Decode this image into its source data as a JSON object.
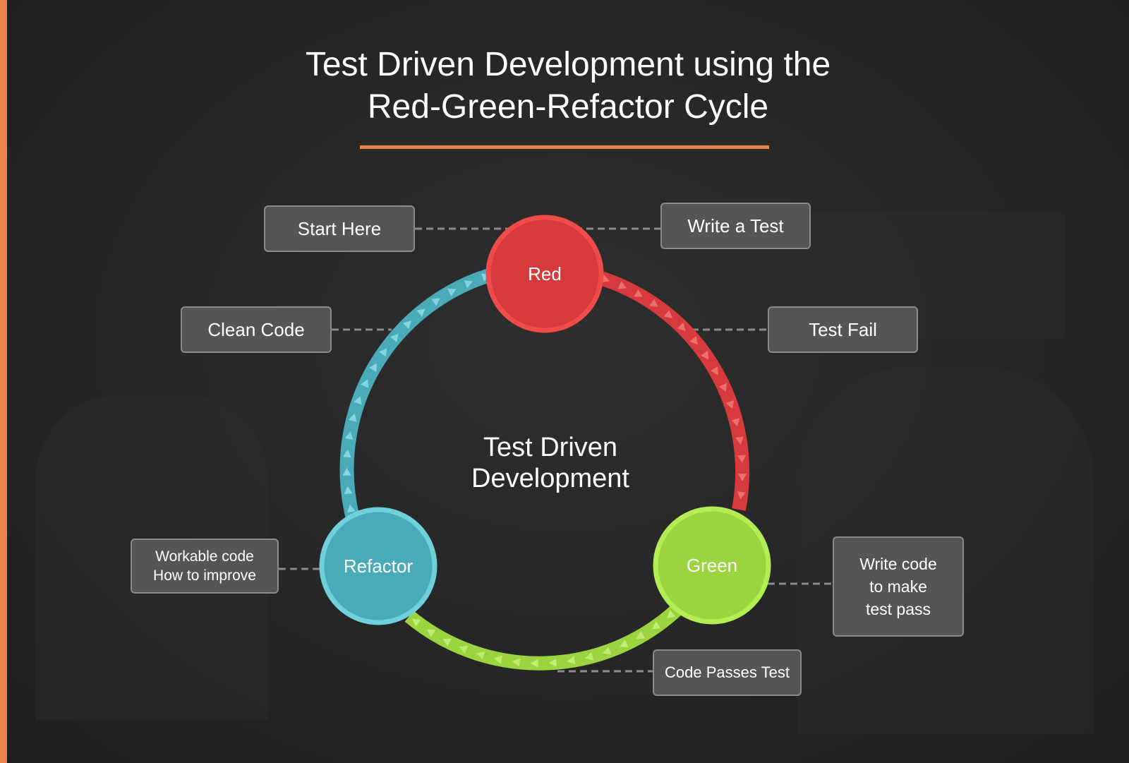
{
  "title": {
    "line1": "Test Driven Development using the",
    "line2": "Red-Green-Refactor Cycle"
  },
  "center": "Test Driven\nDevelopment",
  "nodes": {
    "red": "Red",
    "green": "Green",
    "refactor": "Refactor"
  },
  "labels": {
    "start_here": "Start Here",
    "write_a_test": "Write a Test",
    "test_fail": "Test Fail",
    "clean_code": "Clean Code",
    "workable_code": "Workable code\nHow to improve",
    "write_code_pass": "Write code\nto make\ntest pass",
    "code_passes_test": "Code Passes Test"
  },
  "colors": {
    "accent": "#e9814a",
    "red": "#d63a3c",
    "green": "#9bd43f",
    "refactor": "#4aabb8",
    "label_bg": "#555556"
  }
}
